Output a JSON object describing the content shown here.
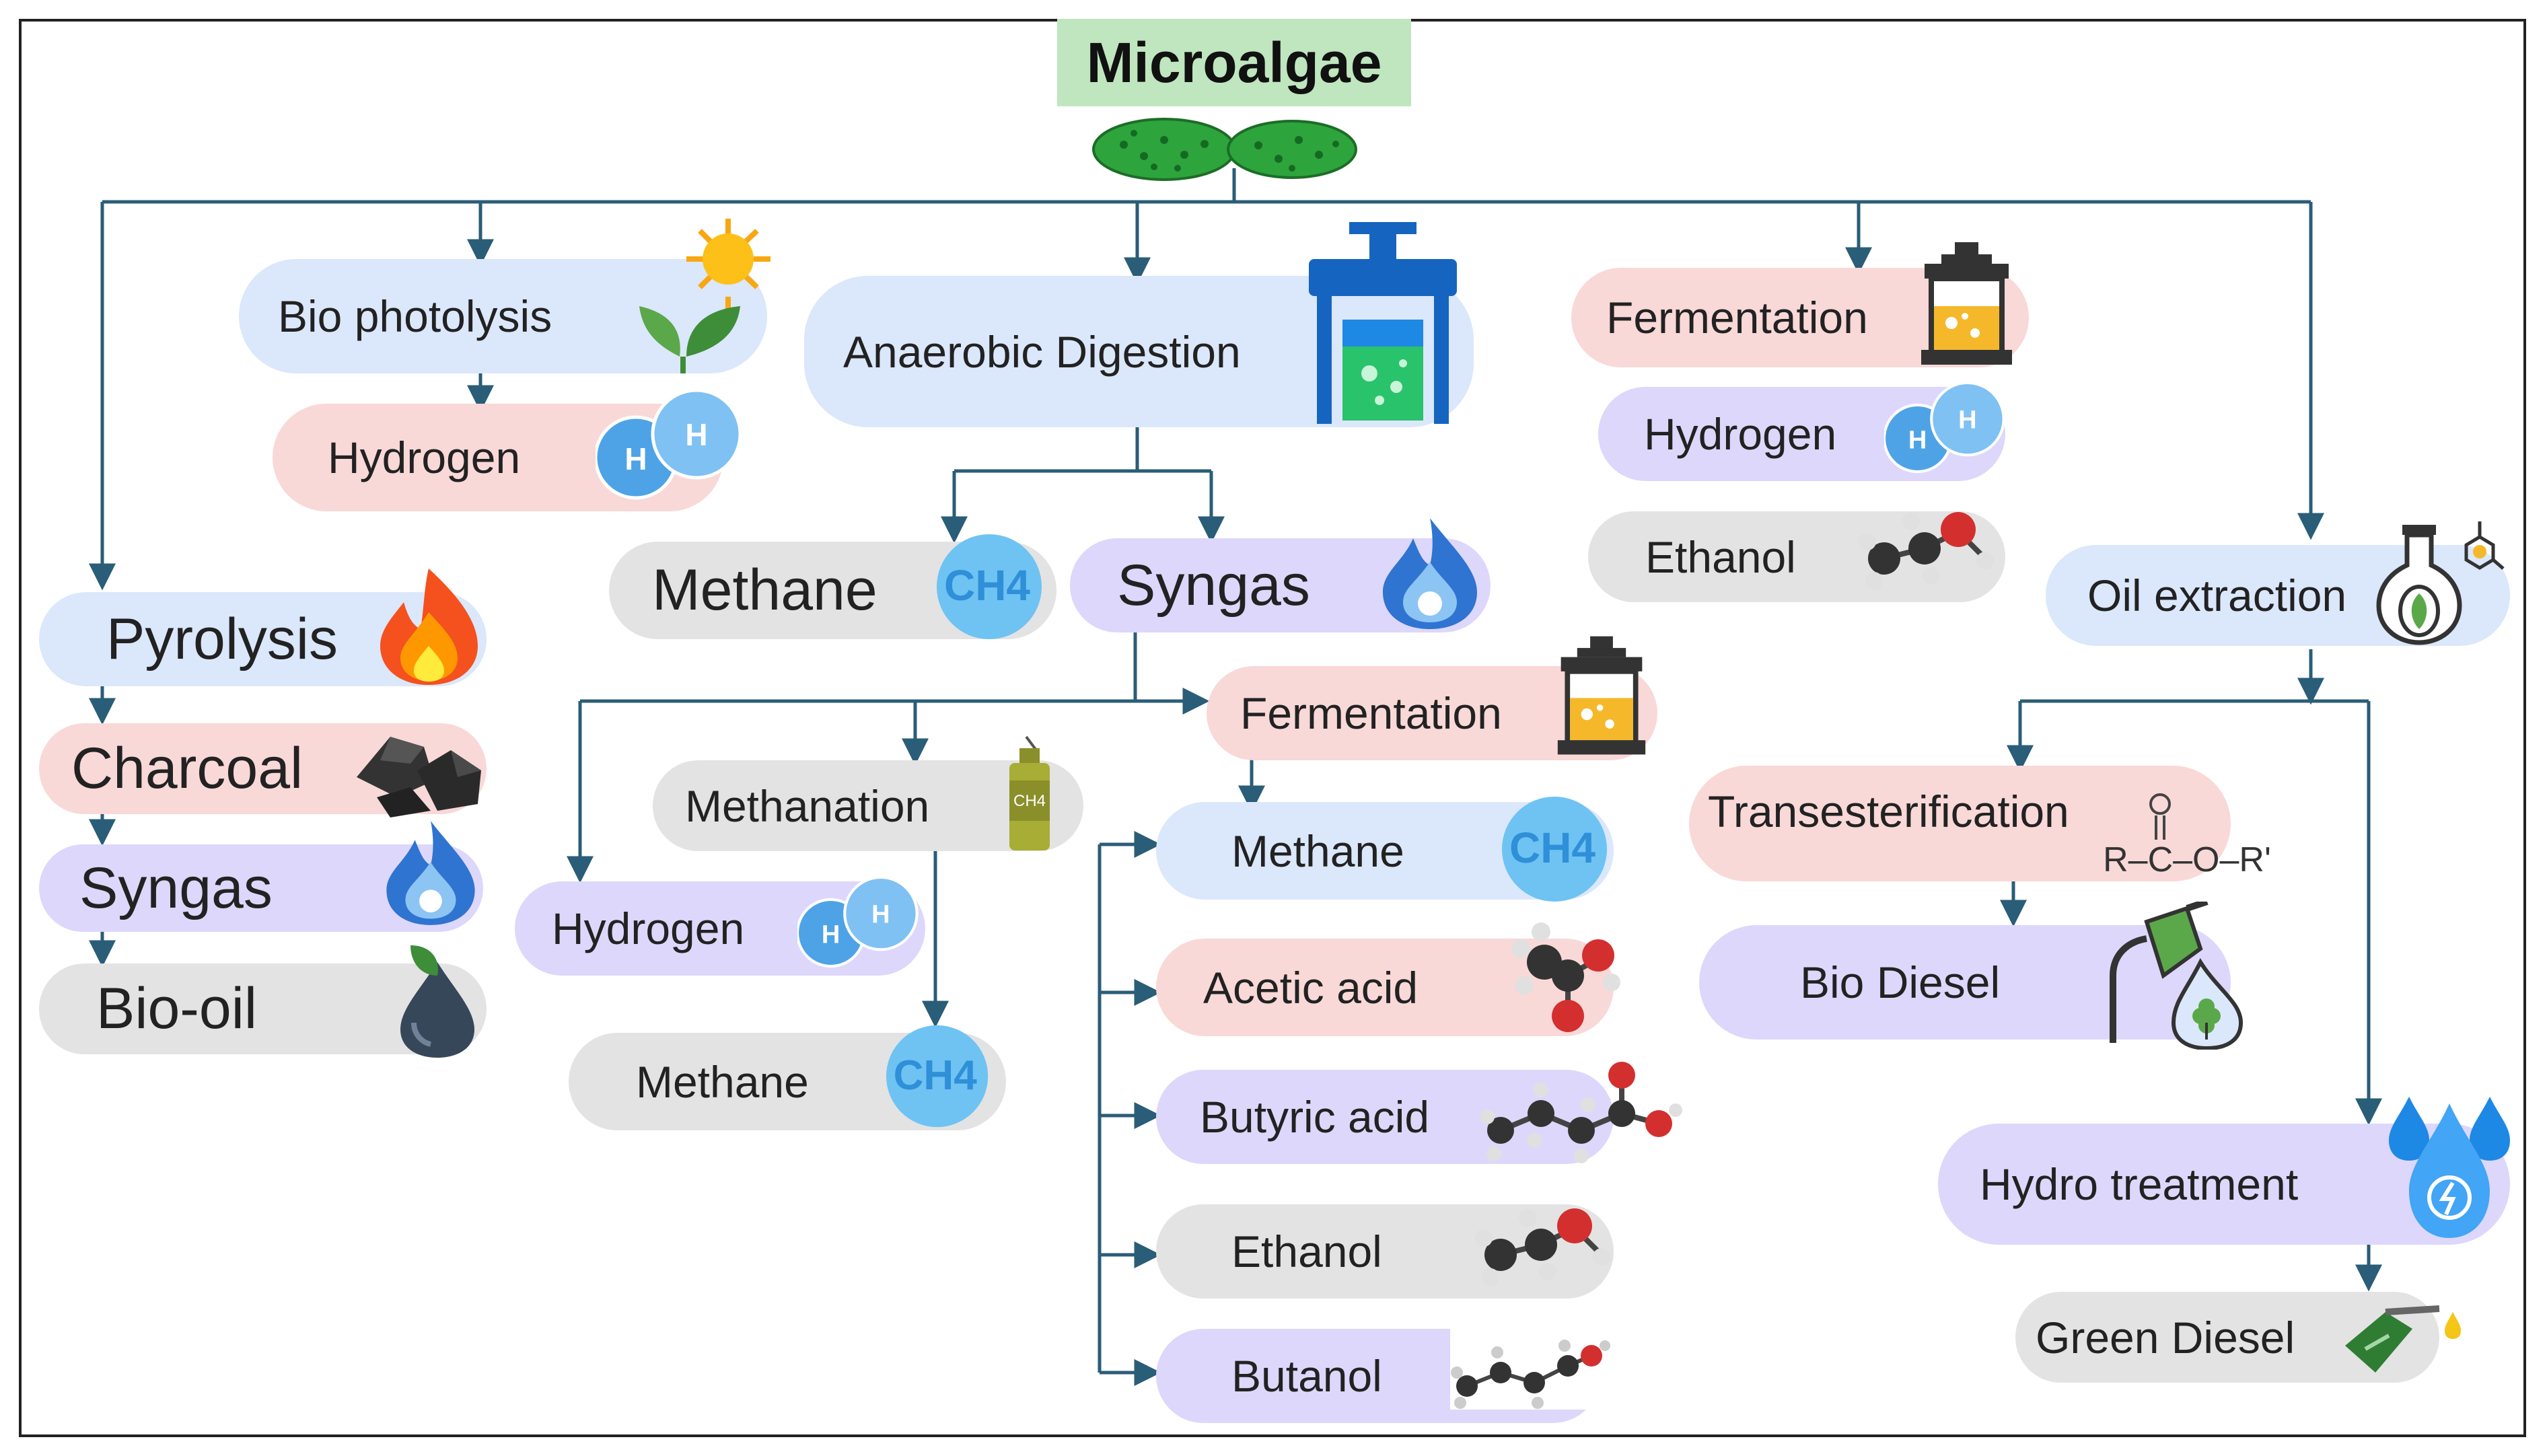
{
  "title": "Microalgae",
  "nodes": {
    "bio_photolysis": "Bio photolysis",
    "hydrogen_bp": "Hydrogen",
    "anaerobic_digestion": "Anaerobic Digestion",
    "methane_ad": "Methane",
    "syngas_ad": "Syngas",
    "fermentation_top": "Fermentation",
    "hydrogen_ferm": "Hydrogen",
    "ethanol_ferm": "Ethanol",
    "oil_extraction": "Oil extraction",
    "pyrolysis": "Pyrolysis",
    "charcoal": "Charcoal",
    "syngas_pyro": "Syngas",
    "bio_oil": "Bio-oil",
    "methanation": "Methanation",
    "hydrogen_syn": "Hydrogen",
    "methane_meth": "Methane",
    "fermentation_syn": "Fermentation",
    "methane_ferm": "Methane",
    "acetic_acid": "Acetic acid",
    "butyric_acid": "Butyric acid",
    "ethanol_syn": "Ethanol",
    "butanol": "Butanol",
    "transesterification": "Transesterification",
    "bio_diesel": "Bio Diesel",
    "hydro_treatment": "Hydro treatment",
    "green_diesel": "Green Diesel"
  },
  "icon_text": {
    "ch4": "CH4",
    "h": "H",
    "ester_formula": "R–C–O–R'",
    "ester_o": "O"
  },
  "icons": [
    "algae-cells-icon",
    "sun-plant-icon",
    "hydrogen-molecule-icon",
    "bioreactor-icon",
    "methane-bubble-icon",
    "flame-icon",
    "fermenter-icon",
    "ethanol-molecule-icon",
    "oil-flask-icon",
    "fire-icon",
    "charcoal-icon",
    "oil-drop-icon",
    "methane-cylinder-icon",
    "acetic-acid-molecule-icon",
    "butyric-acid-molecule-icon",
    "butanol-molecule-icon",
    "ester-formula-icon",
    "fuel-pump-icon",
    "water-drops-icon",
    "diesel-nozzle-icon"
  ],
  "colors": {
    "arrow": "#2a5d77",
    "title_bg": "#bfe6bf",
    "blue": "#dbe7fb",
    "pink": "#f9d8d8",
    "purple": "#ddd7fb",
    "gray": "#e3e3e3"
  }
}
